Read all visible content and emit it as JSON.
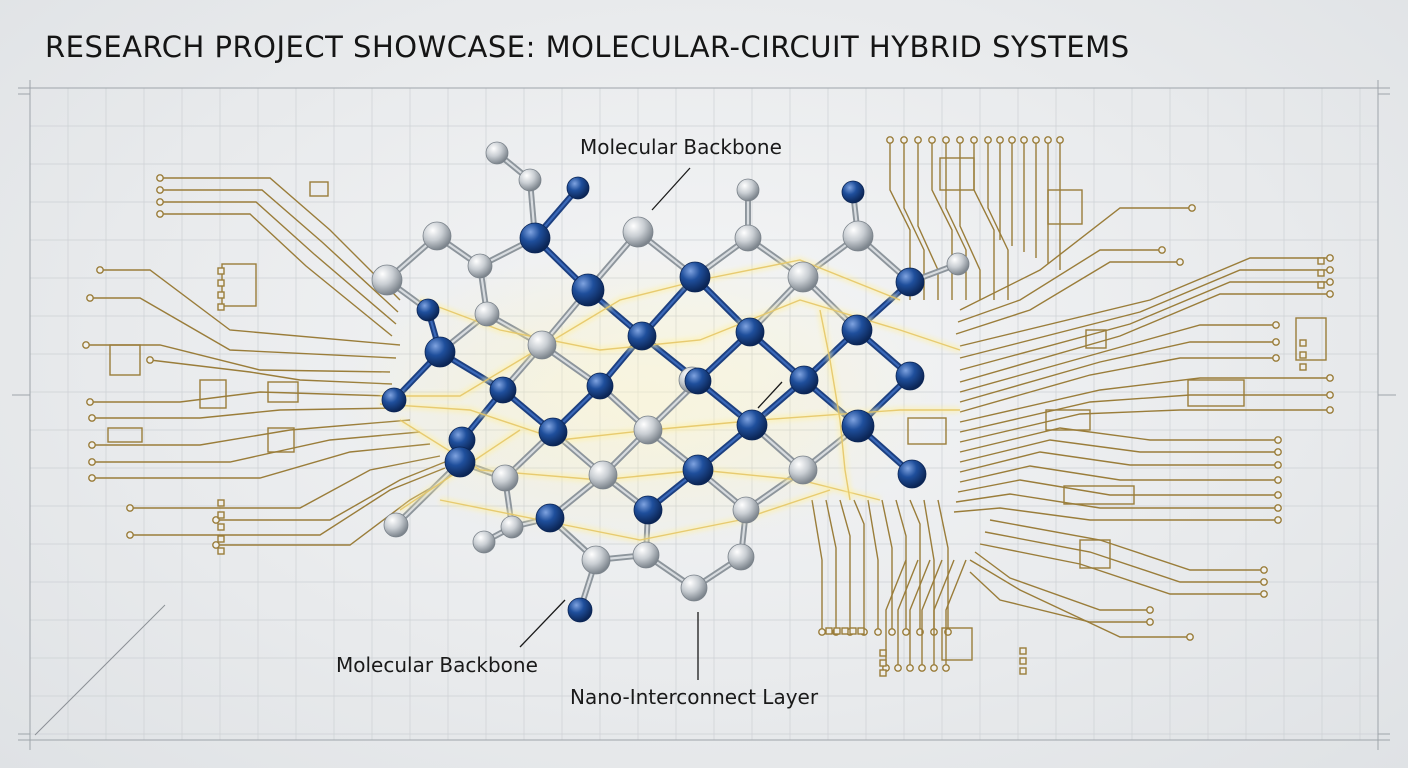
{
  "title": "RESEARCH PROJECT SHOWCASE: MOLECULAR-CIRCUIT HYBRID SYSTEMS",
  "labels": {
    "top": "Molecular Backbone",
    "bottom_left": "Molecular Backbone",
    "bottom_center": "Nano-Interconnect Layer"
  },
  "colors": {
    "atom_blue": "#1f4f9c",
    "atom_silver": "#c9ced3",
    "circuit_gold": "#9a7d3a",
    "glow": "#fff3b0",
    "grid": "#c4c8cc"
  }
}
